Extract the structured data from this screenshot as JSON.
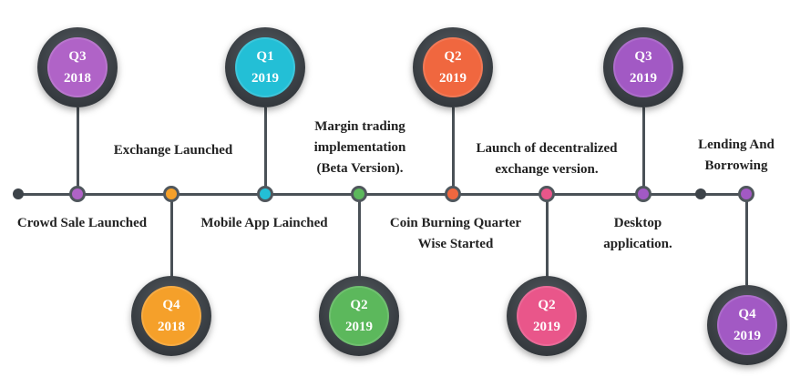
{
  "colors": {
    "line": "#4a5157",
    "badge_ring": "#3a3f44",
    "purple": "#b063c7",
    "orange": "#f5a02a",
    "cyan": "#23bfd6",
    "green": "#5cb85c",
    "red_orange": "#f0673f",
    "pink": "#e9568a",
    "violet": "#a259c4"
  },
  "milestones": [
    {
      "quarter": "Q3",
      "year": "2018",
      "label": "Crowd Sale Launched",
      "color": "#b063c7"
    },
    {
      "quarter": "Q4",
      "year": "2018",
      "label": "Exchange Launched",
      "color": "#f5a02a"
    },
    {
      "quarter": "Q1",
      "year": "2019",
      "label": "Mobile App Lainched",
      "color": "#23bfd6"
    },
    {
      "quarter": "Q2",
      "year": "2019",
      "label_lines": [
        "Margin trading",
        "implementation",
        "(Beta Version)."
      ],
      "color": "#5cb85c"
    },
    {
      "quarter": "Q2",
      "year": "2019",
      "label_lines": [
        "Coin  Burning Quarter",
        "Wise Started"
      ],
      "color": "#f0673f"
    },
    {
      "quarter": "Q2",
      "year": "2019",
      "label_lines": [
        "Launch of decentralized",
        "exchange version."
      ],
      "color": "#e9568a"
    },
    {
      "quarter": "Q3",
      "year": "2019",
      "label_lines": [
        "Desktop",
        "application."
      ],
      "color": "#a259c4"
    },
    {
      "quarter": "Q4",
      "year": "2019",
      "label_lines": [
        "Lending And",
        "Borrowing"
      ],
      "color": "#a259c4"
    }
  ]
}
